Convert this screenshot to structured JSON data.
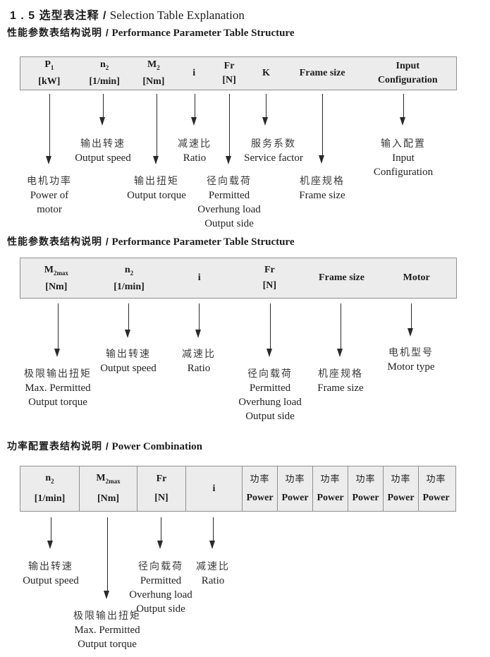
{
  "title": {
    "cn": "1 . 5 选型表注释 /",
    "en": "Selection Table Explanation"
  },
  "section1": {
    "heading_cn": "性能参数表结构说明 /",
    "heading_en": "Performance Parameter Table Structure",
    "table": {
      "col1_sym": "P",
      "col1_sub": "1",
      "col1_unit": "[kW]",
      "col2_sym": "n",
      "col2_sub": "2",
      "col2_unit": "[1/min]",
      "col3_sym": "M",
      "col3_sub": "2",
      "col3_unit": "[Nm]",
      "col4_sym": "i",
      "col5_sym": "Fr",
      "col5_unit": "[N]",
      "col6_sym": "K",
      "col7_sym": "Frame size",
      "col8_line1": "Input",
      "col8_line2": "Configuration"
    },
    "callouts": {
      "p1": [
        "电机功率",
        "Power of",
        "motor"
      ],
      "n2": [
        "输出转速",
        "Output speed"
      ],
      "m2": [
        "输出扭矩",
        "Output torque"
      ],
      "i": [
        "减速比",
        "Ratio"
      ],
      "fr": [
        "径向载荷",
        "Permitted",
        "Overhung load",
        "Output side"
      ],
      "k": [
        "服务系数",
        "Service factor"
      ],
      "frame": [
        "机座规格",
        "Frame size"
      ],
      "input": [
        "输入配置",
        "Input",
        "Configuration"
      ]
    }
  },
  "section2": {
    "heading_cn": "性能参数表结构说明 /",
    "heading_en": "Performance Parameter Table Structure",
    "table": {
      "col1_sym": "M",
      "col1_sub": "2max",
      "col1_unit": "[Nm]",
      "col2_sym": "n",
      "col2_sub": "2",
      "col2_unit": "[1/min]",
      "col3_sym": "i",
      "col4_sym": "Fr",
      "col4_unit": "[N]",
      "col5_sym": "Frame size",
      "col6_sym": "Motor"
    },
    "callouts": {
      "m2max": [
        "极限输出扭矩",
        "Max. Permitted",
        "Output  torque"
      ],
      "n2": [
        "输出转速",
        "Output speed"
      ],
      "i": [
        "减速比",
        "Ratio"
      ],
      "fr": [
        "径向载荷",
        "Permitted",
        "Overhung load",
        "Output side"
      ],
      "frame": [
        "机座规格",
        "Frame size"
      ],
      "motor": [
        "电机型号",
        "Motor type"
      ]
    }
  },
  "section3": {
    "heading_cn": "功率配置表结构说明 /",
    "heading_en": "Power Combination",
    "table": {
      "col1_sym": "n",
      "col1_sub": "2",
      "col1_unit": "[1/min]",
      "col2_sym": "M",
      "col2_sub": "2max",
      "col2_unit": "[Nm]",
      "col3_sym": "Fr",
      "col3_unit": "[N]",
      "col4_sym": "i",
      "power_cn": "功率",
      "power_en": "Power"
    },
    "callouts": {
      "n2": [
        "输出转速",
        "Output speed"
      ],
      "m2max": [
        "极限输出扭矩",
        "Max. Permitted",
        "Output   torque"
      ],
      "fr": [
        "径向载荷",
        "Permitted",
        "Overhung load",
        "Output side"
      ],
      "i": [
        "减速比",
        "Ratio"
      ]
    }
  }
}
